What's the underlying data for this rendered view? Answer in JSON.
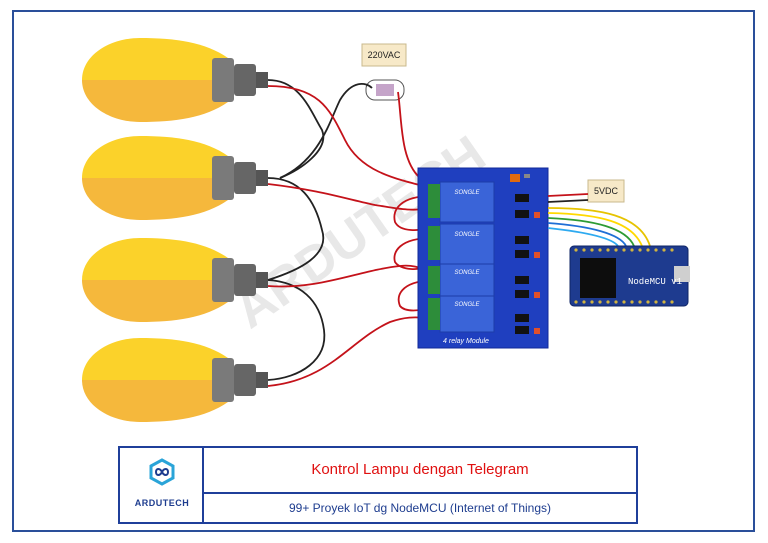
{
  "labels": {
    "ac_source": "220VAC",
    "dc_source": "5VDC",
    "relay_module": "4 relay Module",
    "nodemcu": "NodeMCU v1",
    "relay_brand": "SONGLE",
    "watermark": "ARDUTECH"
  },
  "footer": {
    "logo_text": "ARDUTECH",
    "title": "Kontrol Lampu dengan Telegram",
    "subtitle": "99+ Proyek IoT dg NodeMCU (Internet of Things)"
  },
  "colors": {
    "frame": "#2a4f9a",
    "bulb_top": "#fbd22a",
    "bulb_bottom": "#f5b83c",
    "socket": "#7a7a7a",
    "relay_board": "#1f3fbf",
    "relay_block": "#3a64d8",
    "nodemcu_board": "#1e3b8f",
    "wire_red": "#c4121a",
    "wire_black": "#222222",
    "title_red": "#e01010",
    "footer_blue": "#1e3d8f"
  }
}
